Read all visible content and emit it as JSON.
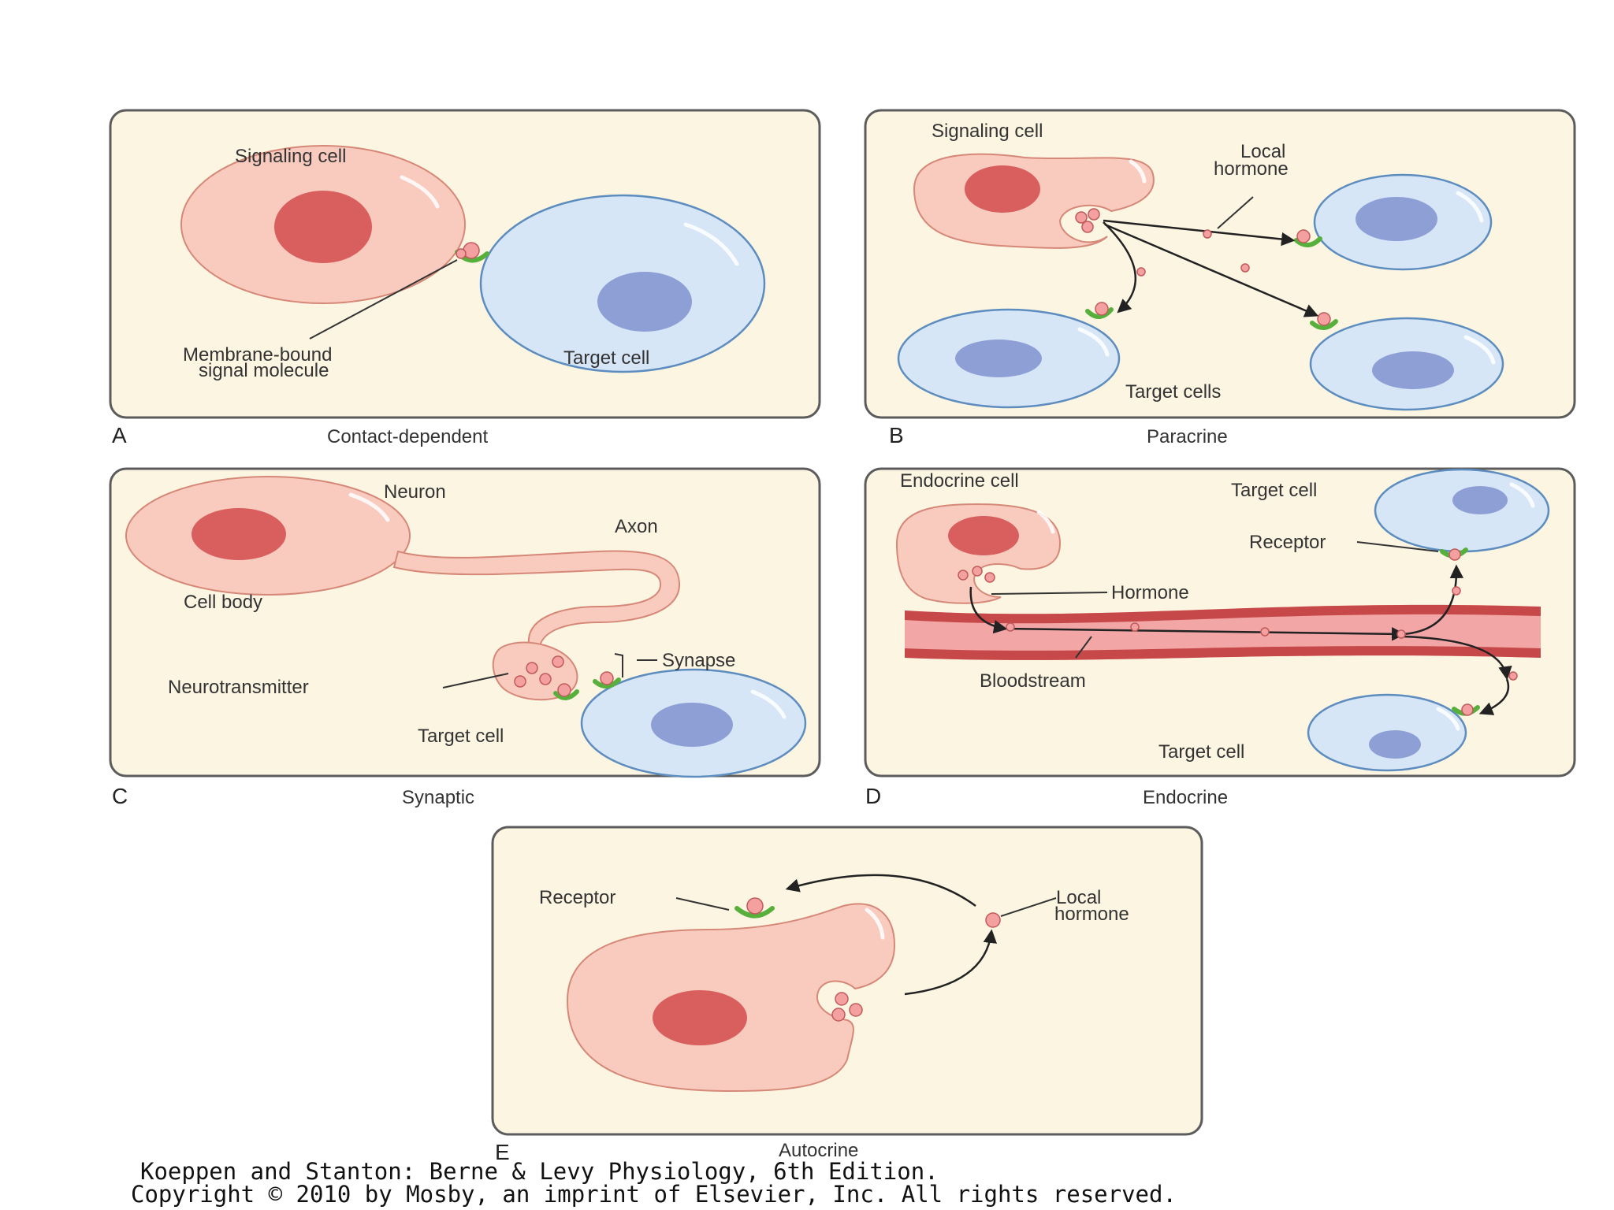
{
  "panels": {
    "a": {
      "letter": "A",
      "caption": "Contact-dependent",
      "signaling_cell": "Signaling cell",
      "molecule": [
        "Membrane-bound",
        "signal molecule"
      ],
      "target_cell": "Target cell"
    },
    "b": {
      "letter": "B",
      "caption": "Paracrine",
      "signaling_cell": "Signaling cell",
      "local_hormone": [
        "Local",
        "hormone"
      ],
      "target_cells": "Target cells"
    },
    "c": {
      "letter": "C",
      "caption": "Synaptic",
      "neuron": "Neuron",
      "axon": "Axon",
      "cell_body": "Cell body",
      "synapse": "Synapse",
      "neurotransmitter": "Neurotransmitter",
      "target_cell": "Target cell"
    },
    "d": {
      "letter": "D",
      "caption": "Endocrine",
      "endocrine_cell": "Endocrine cell",
      "target_cell_top": "Target cell",
      "receptor": "Receptor",
      "hormone": "Hormone",
      "bloodstream": "Bloodstream",
      "target_cell_bottom": "Target cell"
    },
    "e": {
      "letter": "E",
      "caption": "Autocrine",
      "receptor": "Receptor",
      "local_hormone": [
        "Local",
        "hormone"
      ]
    }
  },
  "credit": {
    "line1": "Koeppen and Stanton: Berne & Levy Physiology, 6th Edition.",
    "line2": "Copyright © 2010 by Mosby, an imprint of Elsevier, Inc. All rights reserved."
  }
}
